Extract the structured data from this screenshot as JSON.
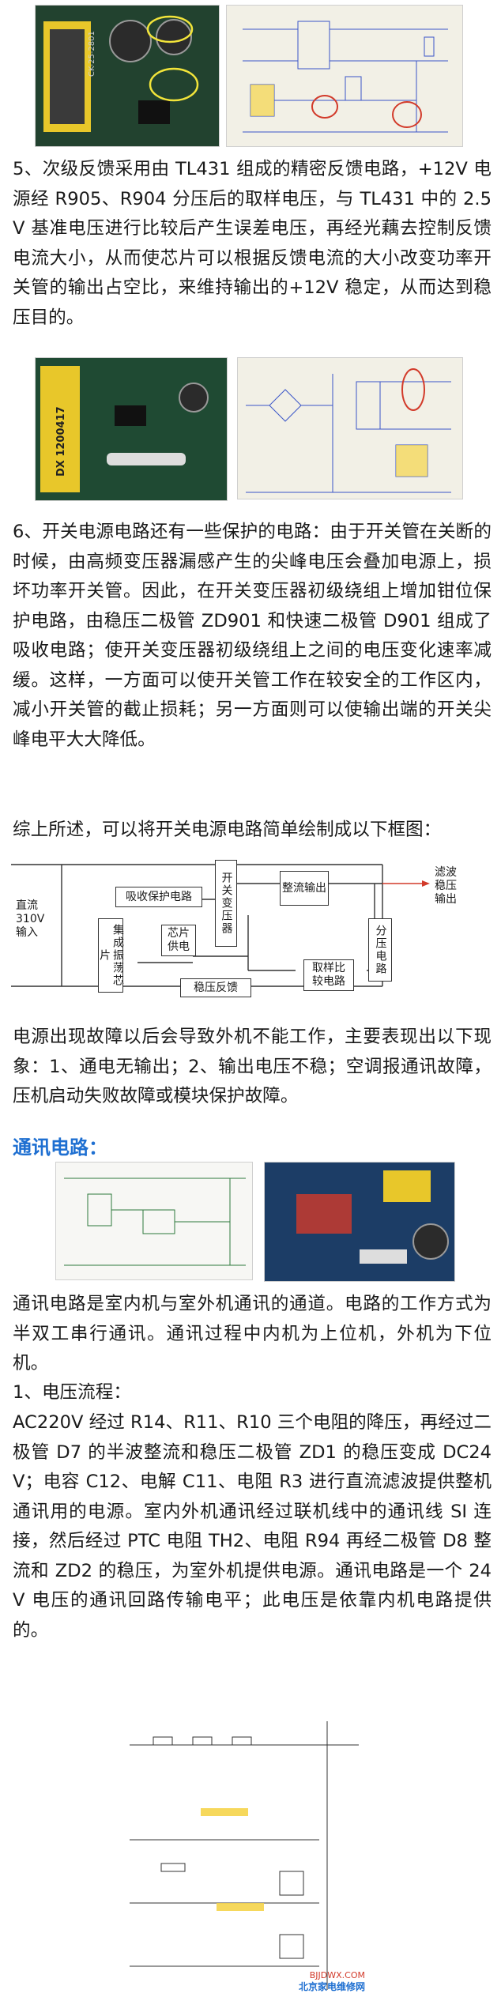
{
  "paragraphs": {
    "p5": "5、次级反馈采用由 TL431 组成的精密反馈电路，+12V 电源经 R905、R904 分压后的取样电压，与 TL431 中的 2.5V 基准电压进行比较后产生误差电压，再经光藕去控制反馈电流大小，从而使芯片可以根据反馈电流的大小改变功率开关管的输出占空比，来维持输出的+12V 稳定，从而达到稳压目的。",
    "p6": "6、开关电源电路还有一些保护的电路：由于开关管在关断的时候，由高频变压器漏感产生的尖峰电压会叠加电源上，损坏功率开关管。因此，在开关变压器初级绕组上增加钳位保护电路，由稳压二极管 ZD901 和快速二极管 D901 组成了吸收电路；使开关变压器初级绕组上之间的电压变化速率减缓。这样，一方面可以使开关管工作在较安全的工作区内，减小开关管的截止损耗；另一方面则可以使输出端的开关尖峰电平大大降低。",
    "summary": "综上所述，可以将开关电源电路简单绘制成以下框图：",
    "fault": "电源出现故障以后会导致外机不能工作，主要表现出以下现象：1、通电无输出；2、输出电压不稳；空调报通讯故障，压机启动失败故障或模块保护故障。",
    "comm_intro": "通讯电路是室内机与室外机通讯的通道。电路的工作方式为半双工串行通讯。通讯过程中内机为上位机，外机为下位机。",
    "voltage_title": "1、电压流程：",
    "voltage_body": "AC220V 经过 R14、R11、R10 三个电阻的降压，再经过二极管 D7 的半波整流和稳压二极管 ZD1 的稳压变成 DC24V；电容 C12、电解 C11、电阻 R3 进行直流滤波提供整机通讯用的电源。室内外机通讯经过联机线中的通讯线 SI 连接，然后经过 PTC 电阻 TH2、电阻 R94 再经二极管 D8 整流和 ZD2 的稳压，为室外机提供电源。通讯电路是一个 24V 电压的通讯回路传输电平；此电压是依靠内机电路提供的。"
  },
  "heading_comm": "通讯电路：",
  "diagram": {
    "input_label": "直流\n310V\n输入",
    "absorb": "吸收保护电路",
    "transformer": "开关变压器",
    "rectify": "整流输出",
    "filter_out": "滤波\n稳压\n输出",
    "osc_chip": "集成振荡芯片",
    "chip_supply": "芯片\n供电",
    "divider": "分压电路",
    "regulate_fb": "稳压反馈",
    "sample": "取样比\n较电路"
  },
  "photo_labels": {
    "dx_code": "DX 1200417",
    "pcb_code": "CK-25-2801"
  },
  "watermark": {
    "site": "BJJDWX.COM",
    "name": "北京家电维修网"
  },
  "colors": {
    "heading": "#1e6fd1",
    "highlight_circle": "#d23a2a",
    "photo_circle": "#f2e43a"
  }
}
